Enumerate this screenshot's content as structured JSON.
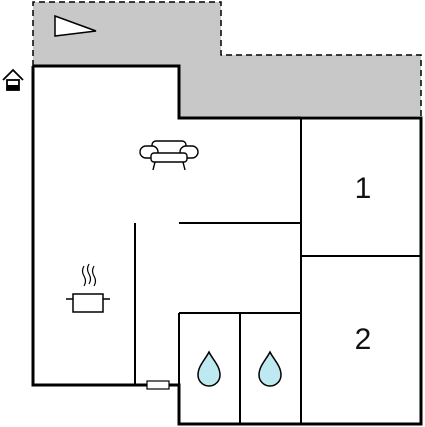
{
  "floor_plan": {
    "rooms": [
      {
        "label": "1"
      },
      {
        "label": "2"
      }
    ],
    "icons": [
      "terrace-area",
      "compass-triangle-icon",
      "entrance-icon",
      "sofa-icon",
      "cooking-pot-icon",
      "water-drop-icon",
      "water-drop-icon",
      "door-icon"
    ],
    "colors": {
      "wall": "#000000",
      "terrace": "#c8c8c8",
      "water": "#bfe9f0",
      "background": "#ffffff"
    }
  }
}
